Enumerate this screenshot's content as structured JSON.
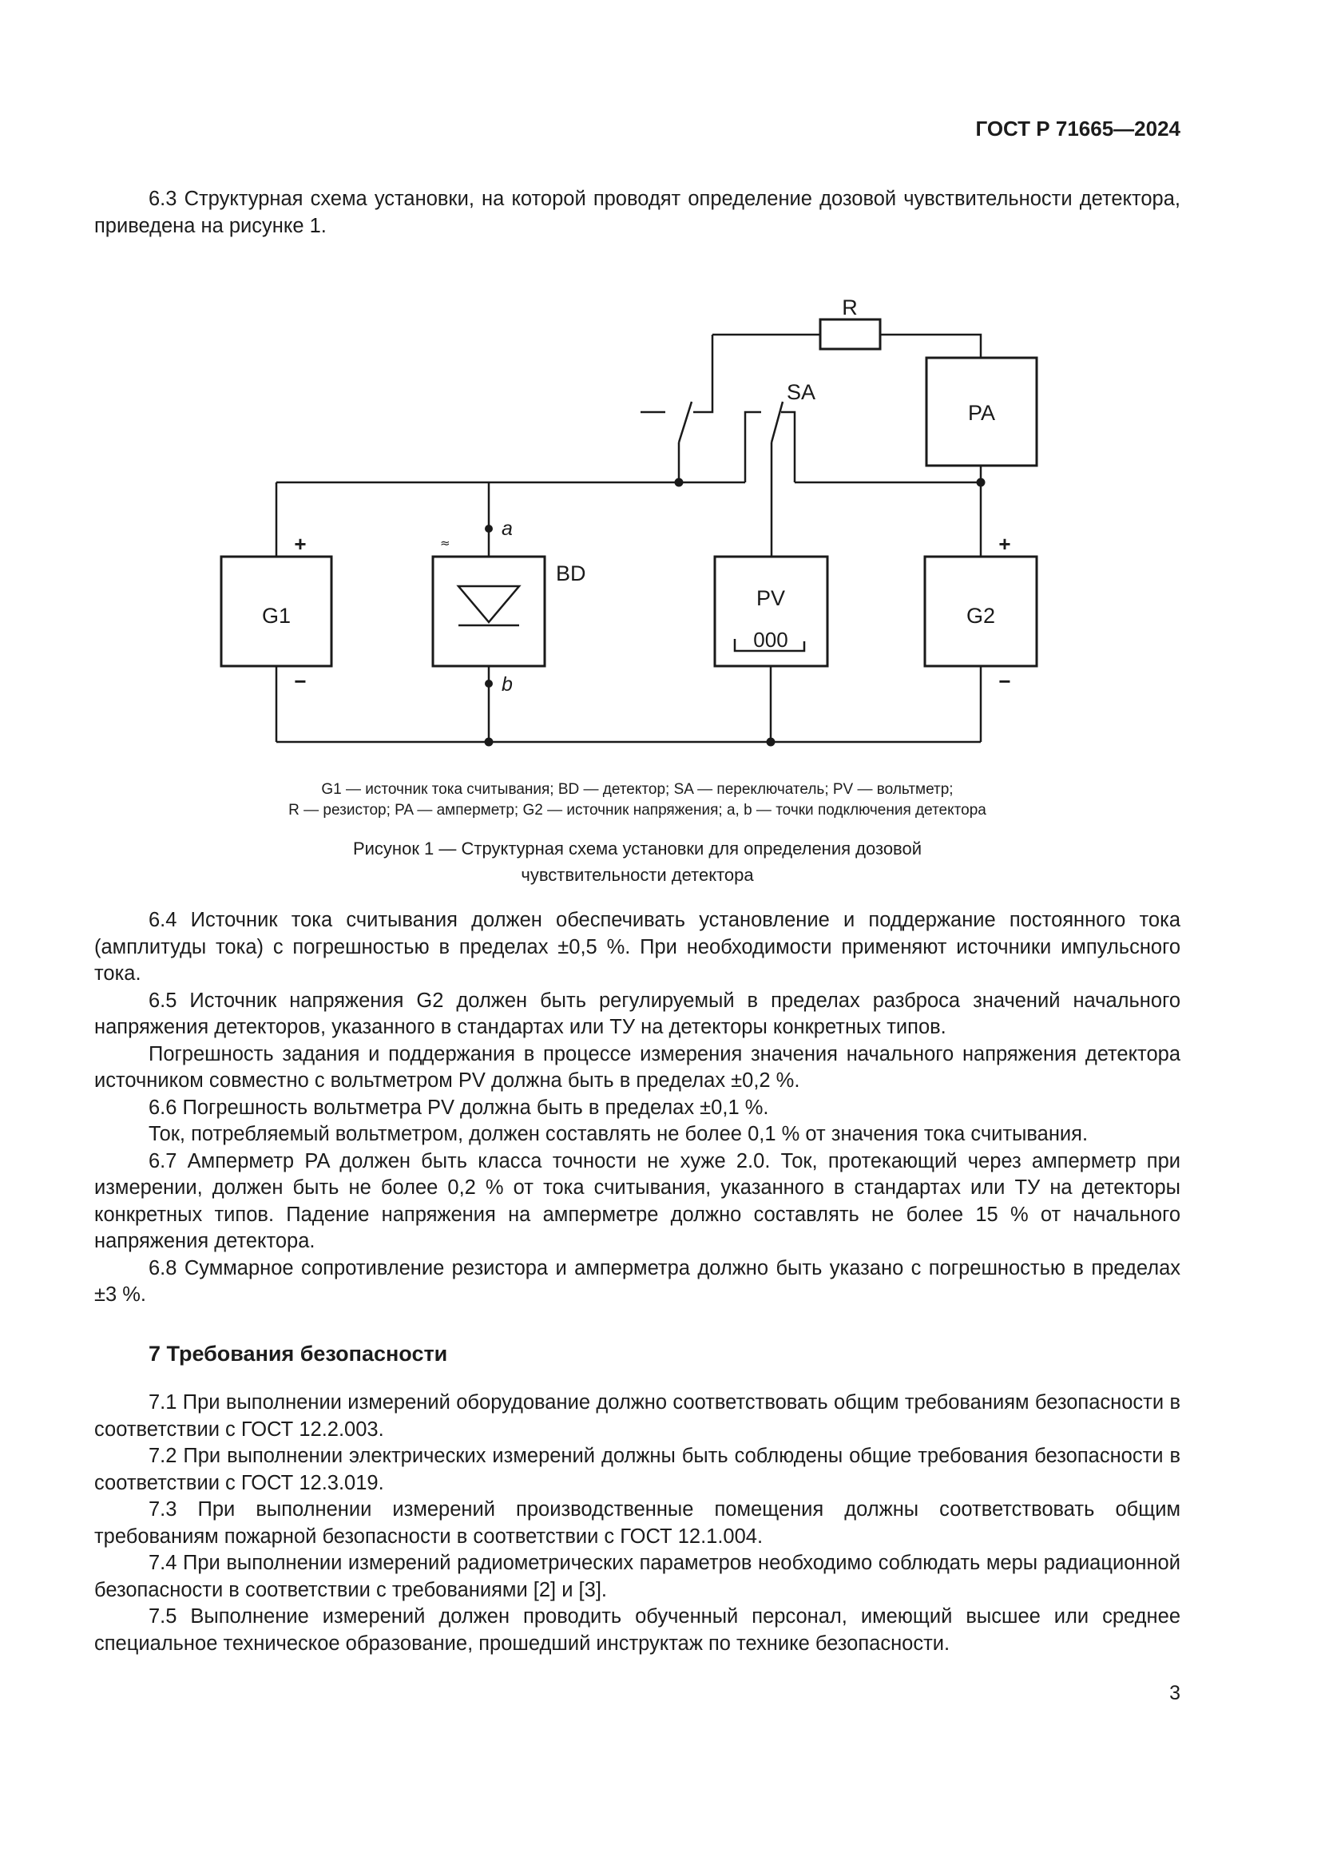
{
  "header": {
    "standard": "ГОСТ Р 71665—2024"
  },
  "section6": {
    "p6_3": "6.3 Структурная схема установки, на которой проводят определение дозовой чувствительности детектора, приведена на рисунке 1.",
    "p6_4": "6.4 Источник тока считывания должен обеспечивать установление и поддержание постоянного тока (амплитуды тока) с погрешностью в пределах ±0,5 %. При необходимости применяют источники импульсного тока.",
    "p6_5": "6.5 Источник напряжения G2 должен быть регулируемый в пределах разброса значений начального напряжения детекторов, указанного в стандартах или ТУ на детекторы конкретных типов.",
    "p6_5a": "Погрешность задания и поддержания в процессе измерения значения начального напряжения детектора источником совместно с вольтметром PV должна быть в пределах ±0,2 %.",
    "p6_6": "6.6 Погрешность вольтметра PV должна быть в пределах ±0,1 %.",
    "p6_6a": "Ток, потребляемый вольтметром, должен составлять не более 0,1 % от значения тока считывания.",
    "p6_7": "6.7 Амперметр PA должен быть класса точности не хуже 2.0. Ток, протекающий через амперметр при измерении, должен быть не более 0,2 % от тока считывания, указанного в стандартах или ТУ на детекторы конкретных типов. Падение напряжения на амперметре должно составлять не более 15 % от начального напряжения детектора.",
    "p6_8": "6.8 Суммарное сопротивление резистора и амперметра должно быть указано с погрешностью в пределах ±3 %."
  },
  "figure": {
    "components": {
      "resistor": "R",
      "switch": "SA",
      "ammeter": "PA",
      "voltmeter": "PV",
      "voltmeter_display": "000",
      "source1": "G1",
      "source2": "G2",
      "detector": "BD",
      "point_a": "a",
      "point_b": "b",
      "ac_mark": "≈",
      "plus": "+",
      "minus": "−"
    },
    "caption_line1": "G1 — источник тока считывания; BD — детектор; SA — переключатель; PV — вольтметр;",
    "caption_line2": "R — резистор; PA — амперметр; G2 — источник напряжения; a, b — точки подключения детектора",
    "title_line1": "Рисунок 1 — Структурная схема установки для определения дозовой",
    "title_line2": "чувствительности детектора"
  },
  "section7": {
    "heading": "7 Требования безопасности",
    "p7_1": "7.1 При выполнении измерений оборудование должно соответствовать общим требованиям безопасности в соответствии с ГОСТ 12.2.003.",
    "p7_2": "7.2 При выполнении электрических измерений должны быть соблюдены общие требования безопасности в соответствии с ГОСТ 12.3.019.",
    "p7_3": "7.3 При выполнении измерений производственные помещения должны соответствовать общим требованиям пожарной безопасности в соответствии с ГОСТ 12.1.004.",
    "p7_4": "7.4 При выполнении измерений радиометрических параметров необходимо соблюдать меры радиационной безопасности в соответствии с требованиями [2] и [3].",
    "p7_5": "7.5 Выполнение измерений должен проводить обученный персонал, имеющий высшее или среднее специальное техническое образование, прошедший инструктаж по технике безопасности."
  },
  "footer": {
    "page_number": "3"
  }
}
